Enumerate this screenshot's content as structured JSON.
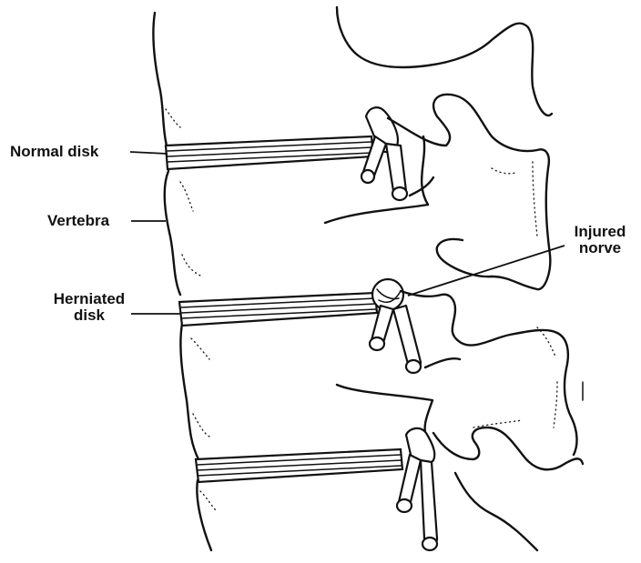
{
  "diagram": {
    "labels": {
      "normal_disk": "Normal disk",
      "vertebra": "Vertebra",
      "herniated_line1": "Herniated",
      "herniated_line2": "disk",
      "injured_line1": "Injured",
      "injured_line2": "norve"
    },
    "colors": {
      "ink": "#111111",
      "background": "#ffffff"
    }
  }
}
